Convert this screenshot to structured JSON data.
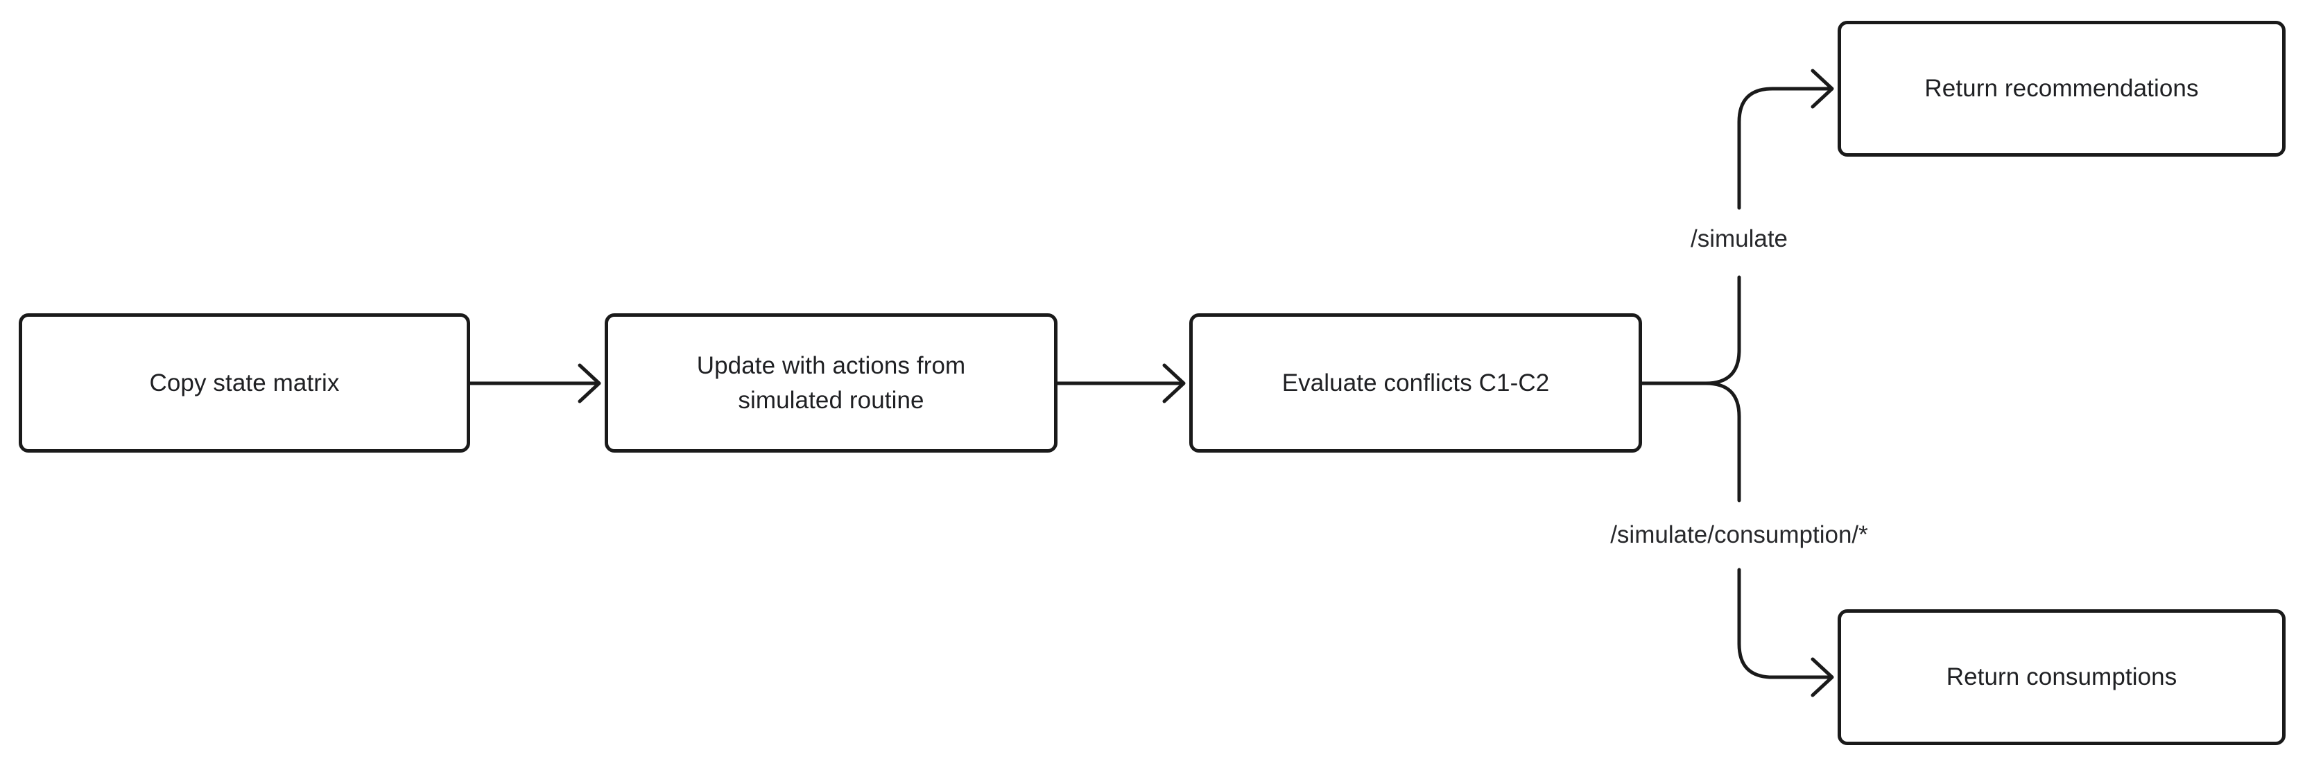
{
  "diagram": {
    "type": "flowchart",
    "orientation": "left-to-right",
    "background_color": "#ffffff",
    "stroke_color": "#1a1a1a",
    "text_color": "#1f2023",
    "nodes": [
      {
        "id": "copy-state",
        "label": "Copy state matrix"
      },
      {
        "id": "update-state",
        "label": "Update with actions from\nsimulated routine"
      },
      {
        "id": "evaluate",
        "label": "Evaluate conflicts C1-C2"
      },
      {
        "id": "return-recs",
        "label": "Return recommendations"
      },
      {
        "id": "return-cons",
        "label": "Return consumptions"
      }
    ],
    "edges": [
      {
        "from": "copy-state",
        "to": "update-state",
        "label": ""
      },
      {
        "from": "update-state",
        "to": "evaluate",
        "label": ""
      },
      {
        "from": "evaluate",
        "to": "return-recs",
        "label": "/simulate"
      },
      {
        "from": "evaluate",
        "to": "return-cons",
        "label": "/simulate/consumption/*"
      }
    ],
    "edge_labels": {
      "simulate": "/simulate",
      "simulate_consumption": "/simulate/consumption/*"
    }
  }
}
